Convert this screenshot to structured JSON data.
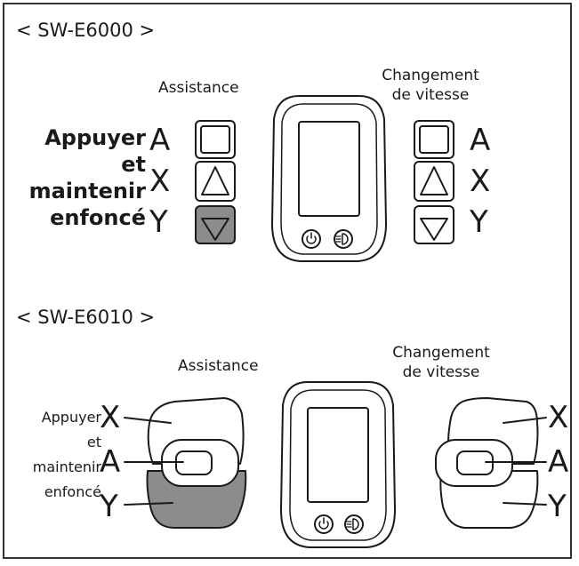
{
  "section1": {
    "model": "< SW-E6000 >",
    "assist_heading": "Assistance",
    "shift_heading_line1": "Changement",
    "shift_heading_line2": "de vitesse",
    "press_lines": [
      "Appuyer",
      "et",
      "maintenir",
      "enfoncé"
    ],
    "left_letters": [
      "A",
      "X",
      "Y"
    ],
    "right_letters": [
      "A",
      "X",
      "Y"
    ]
  },
  "section2": {
    "model": "< SW-E6010 >",
    "assist_heading": "Assistance",
    "shift_heading_line1": "Changement",
    "shift_heading_line2": "de vitesse",
    "press_lines": [
      "Appuyer",
      "et",
      "maintenir",
      "enfoncé"
    ],
    "left_letters": [
      "X",
      "A",
      "Y"
    ],
    "right_letters": [
      "X",
      "A",
      "Y"
    ]
  },
  "icons": [
    "square-button-icon",
    "triangle-up-icon",
    "triangle-down-icon",
    "power-icon",
    "light-icon"
  ],
  "colors": {
    "stroke": "#1a1a1a",
    "highlight": "#8c8c8c",
    "background": "#ffffff"
  }
}
